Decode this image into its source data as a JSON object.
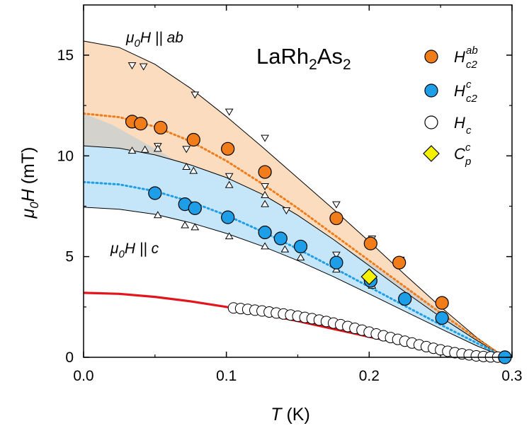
{
  "chart_data": {
    "type": "scatter",
    "title": "LaRh2As2",
    "title_parts": {
      "main": "LaRh",
      "sub1": "2",
      "mid": "As",
      "sub2": "2"
    },
    "xlabel": {
      "symbol": "T",
      "unit": "(K)"
    },
    "ylabel": {
      "symbol": "μ",
      "sub": "0",
      "rest": "H",
      "unit": "(mT)"
    },
    "xlim": [
      0,
      0.3
    ],
    "ylim": [
      0,
      17.5
    ],
    "xticks": [
      0.0,
      0.1,
      0.2,
      0.3
    ],
    "xtick_labels": [
      "0.0",
      "0.1",
      "0.2",
      "0.3"
    ],
    "yticks": [
      0,
      5,
      10,
      15
    ],
    "ytick_labels": [
      "0",
      "5",
      "10",
      "15"
    ],
    "grid": false,
    "legend_position": "top-right",
    "annotations": {
      "ab": {
        "prefix": "μ",
        "sub": "0",
        "rest": "H || ab",
        "x": 0.03,
        "y": 15.9
      },
      "c": {
        "prefix": "μ",
        "sub": "0",
        "rest": "H || c",
        "x": 0.02,
        "y": 5.3
      }
    },
    "colors": {
      "orange": "#f07c1a",
      "blue": "#1f9ee8",
      "yellow": "#f4f200",
      "red": "#e3141b",
      "orange_fill": "#fbdcbf",
      "blue_fill": "#c5e6f8",
      "gray_fill": "#d3d2cd"
    },
    "series": [
      {
        "legend_main": "H",
        "legend_sub": "c2",
        "legend_sup": "ab",
        "marker": "circle",
        "color": "#f07c1a",
        "points": [
          [
            0.034,
            11.7
          ],
          [
            0.04,
            11.6
          ],
          [
            0.054,
            11.4
          ],
          [
            0.077,
            10.8
          ],
          [
            0.101,
            10.35
          ],
          [
            0.127,
            9.2
          ],
          [
            0.177,
            6.9
          ],
          [
            0.201,
            5.65
          ],
          [
            0.221,
            4.7
          ],
          [
            0.251,
            2.7
          ],
          [
            0.295,
            0.0
          ]
        ]
      },
      {
        "legend_main": "H",
        "legend_sub": "c2",
        "legend_sup": "c",
        "marker": "circle",
        "color": "#1f9ee8",
        "points": [
          [
            0.05,
            8.15
          ],
          [
            0.071,
            7.6
          ],
          [
            0.078,
            7.4
          ],
          [
            0.101,
            6.95
          ],
          [
            0.127,
            6.2
          ],
          [
            0.138,
            5.9
          ],
          [
            0.152,
            5.5
          ],
          [
            0.177,
            4.7
          ],
          [
            0.201,
            3.8
          ],
          [
            0.225,
            2.9
          ],
          [
            0.251,
            1.95
          ],
          [
            0.295,
            0.0
          ]
        ]
      },
      {
        "legend_main": "H",
        "legend_sub": "c",
        "legend_sup": "",
        "marker": "open-circle",
        "color": "#ffffff",
        "points": [
          [
            0.105,
            2.45
          ],
          [
            0.11,
            2.42
          ],
          [
            0.115,
            2.38
          ],
          [
            0.12,
            2.34
          ],
          [
            0.125,
            2.3
          ],
          [
            0.13,
            2.25
          ],
          [
            0.135,
            2.2
          ],
          [
            0.14,
            2.15
          ],
          [
            0.145,
            2.1
          ],
          [
            0.15,
            2.04
          ],
          [
            0.155,
            1.98
          ],
          [
            0.16,
            1.92
          ],
          [
            0.165,
            1.85
          ],
          [
            0.17,
            1.78
          ],
          [
            0.175,
            1.7
          ],
          [
            0.18,
            1.62
          ],
          [
            0.185,
            1.53
          ],
          [
            0.19,
            1.44
          ],
          [
            0.195,
            1.35
          ],
          [
            0.2,
            1.25
          ],
          [
            0.205,
            1.16
          ],
          [
            0.21,
            1.07
          ],
          [
            0.215,
            0.98
          ],
          [
            0.22,
            0.89
          ],
          [
            0.225,
            0.8
          ],
          [
            0.23,
            0.71
          ],
          [
            0.235,
            0.62
          ],
          [
            0.24,
            0.53
          ],
          [
            0.245,
            0.45
          ],
          [
            0.25,
            0.37
          ],
          [
            0.255,
            0.3
          ],
          [
            0.26,
            0.23
          ],
          [
            0.265,
            0.17
          ],
          [
            0.27,
            0.12
          ],
          [
            0.275,
            0.07
          ],
          [
            0.28,
            0.04
          ],
          [
            0.285,
            0.02
          ],
          [
            0.29,
            0.01
          ]
        ]
      },
      {
        "legend_main": "C",
        "legend_sub": "p",
        "legend_sup": "c",
        "marker": "diamond",
        "color": "#f4f200",
        "points": [
          [
            0.2,
            4.0
          ]
        ]
      }
    ],
    "triangles_down": [
      [
        0.034,
        14.5
      ],
      [
        0.042,
        14.45
      ],
      [
        0.078,
        13.05
      ],
      [
        0.102,
        12.2
      ],
      [
        0.127,
        10.9
      ],
      [
        0.177,
        7.6
      ],
      [
        0.202,
        5.9
      ],
      [
        0.222,
        4.85
      ],
      [
        0.252,
        2.75
      ],
      [
        0.052,
        10.5
      ],
      [
        0.072,
        10.35
      ],
      [
        0.102,
        9.0
      ],
      [
        0.127,
        8.5
      ],
      [
        0.142,
        7.3
      ],
      [
        0.177,
        5.1
      ],
      [
        0.202,
        3.9
      ],
      [
        0.225,
        2.9
      ],
      [
        0.252,
        1.95
      ]
    ],
    "triangles_up": [
      [
        0.034,
        10.25
      ],
      [
        0.043,
        10.3
      ],
      [
        0.052,
        10.35
      ],
      [
        0.072,
        9.45
      ],
      [
        0.077,
        9.25
      ],
      [
        0.102,
        8.55
      ],
      [
        0.127,
        8.05
      ],
      [
        0.127,
        7.6
      ],
      [
        0.052,
        7.05
      ],
      [
        0.071,
        6.55
      ],
      [
        0.078,
        6.45
      ],
      [
        0.102,
        6.0
      ],
      [
        0.127,
        5.5
      ],
      [
        0.141,
        5.35
      ],
      [
        0.152,
        4.95
      ],
      [
        0.177,
        4.35
      ],
      [
        0.202,
        3.55
      ]
    ],
    "bands": {
      "ab_upper": [
        [
          0,
          15.7
        ],
        [
          0.025,
          15.38
        ],
        [
          0.05,
          14.55
        ],
        [
          0.075,
          13.35
        ],
        [
          0.1,
          11.95
        ],
        [
          0.125,
          10.45
        ],
        [
          0.15,
          8.9
        ],
        [
          0.175,
          7.35
        ],
        [
          0.2,
          5.75
        ],
        [
          0.225,
          4.1
        ],
        [
          0.25,
          2.5
        ],
        [
          0.275,
          1.0
        ],
        [
          0.295,
          0.0
        ]
      ],
      "ab_mid": [
        [
          0,
          12.1
        ],
        [
          0.025,
          11.92
        ],
        [
          0.05,
          11.45
        ],
        [
          0.075,
          10.72
        ],
        [
          0.1,
          9.75
        ],
        [
          0.125,
          8.62
        ],
        [
          0.15,
          7.4
        ],
        [
          0.175,
          6.1
        ],
        [
          0.2,
          4.8
        ],
        [
          0.225,
          3.5
        ],
        [
          0.25,
          2.2
        ],
        [
          0.275,
          0.95
        ],
        [
          0.295,
          0.0
        ]
      ],
      "gray_top": [
        [
          0,
          12.1
        ],
        [
          0.02,
          11.55
        ],
        [
          0.04,
          10.75
        ],
        [
          0.06,
          9.95
        ],
        [
          0.08,
          9.2
        ],
        [
          0.1,
          8.5
        ],
        [
          0.125,
          7.7
        ],
        [
          0.15,
          6.8
        ],
        [
          0.175,
          5.8
        ],
        [
          0.2,
          4.7
        ],
        [
          0.225,
          3.55
        ],
        [
          0.25,
          2.3
        ],
        [
          0.275,
          1.0
        ],
        [
          0.295,
          0.0
        ]
      ],
      "ab_lower": [
        [
          0,
          10.5
        ],
        [
          0.025,
          10.38
        ],
        [
          0.05,
          10.05
        ],
        [
          0.075,
          9.55
        ],
        [
          0.1,
          8.92
        ],
        [
          0.125,
          8.1
        ],
        [
          0.15,
          7.05
        ],
        [
          0.175,
          5.85
        ],
        [
          0.2,
          4.55
        ],
        [
          0.225,
          3.25
        ],
        [
          0.25,
          2.0
        ],
        [
          0.275,
          0.85
        ],
        [
          0.295,
          0.0
        ]
      ],
      "c_mid": [
        [
          0,
          8.7
        ],
        [
          0.025,
          8.58
        ],
        [
          0.05,
          8.25
        ],
        [
          0.075,
          7.72
        ],
        [
          0.1,
          7.05
        ],
        [
          0.125,
          6.25
        ],
        [
          0.15,
          5.38
        ],
        [
          0.175,
          4.45
        ],
        [
          0.2,
          3.5
        ],
        [
          0.225,
          2.55
        ],
        [
          0.25,
          1.62
        ],
        [
          0.275,
          0.72
        ],
        [
          0.295,
          0.0
        ]
      ],
      "c_lower": [
        [
          0,
          7.45
        ],
        [
          0.025,
          7.35
        ],
        [
          0.05,
          7.1
        ],
        [
          0.075,
          6.68
        ],
        [
          0.1,
          6.15
        ],
        [
          0.125,
          5.52
        ],
        [
          0.15,
          4.8
        ],
        [
          0.175,
          4.0
        ],
        [
          0.2,
          3.15
        ],
        [
          0.225,
          2.28
        ],
        [
          0.25,
          1.42
        ],
        [
          0.275,
          0.58
        ],
        [
          0.295,
          0.0
        ]
      ],
      "red_line": [
        [
          0,
          3.2
        ],
        [
          0.025,
          3.15
        ],
        [
          0.05,
          3.0
        ],
        [
          0.075,
          2.78
        ],
        [
          0.1,
          2.5
        ],
        [
          0.125,
          2.17
        ],
        [
          0.15,
          1.8
        ],
        [
          0.175,
          1.41
        ],
        [
          0.2,
          1.02
        ],
        [
          0.225,
          0.66
        ],
        [
          0.25,
          0.35
        ],
        [
          0.27,
          0.13
        ],
        [
          0.285,
          0.0
        ]
      ]
    }
  }
}
